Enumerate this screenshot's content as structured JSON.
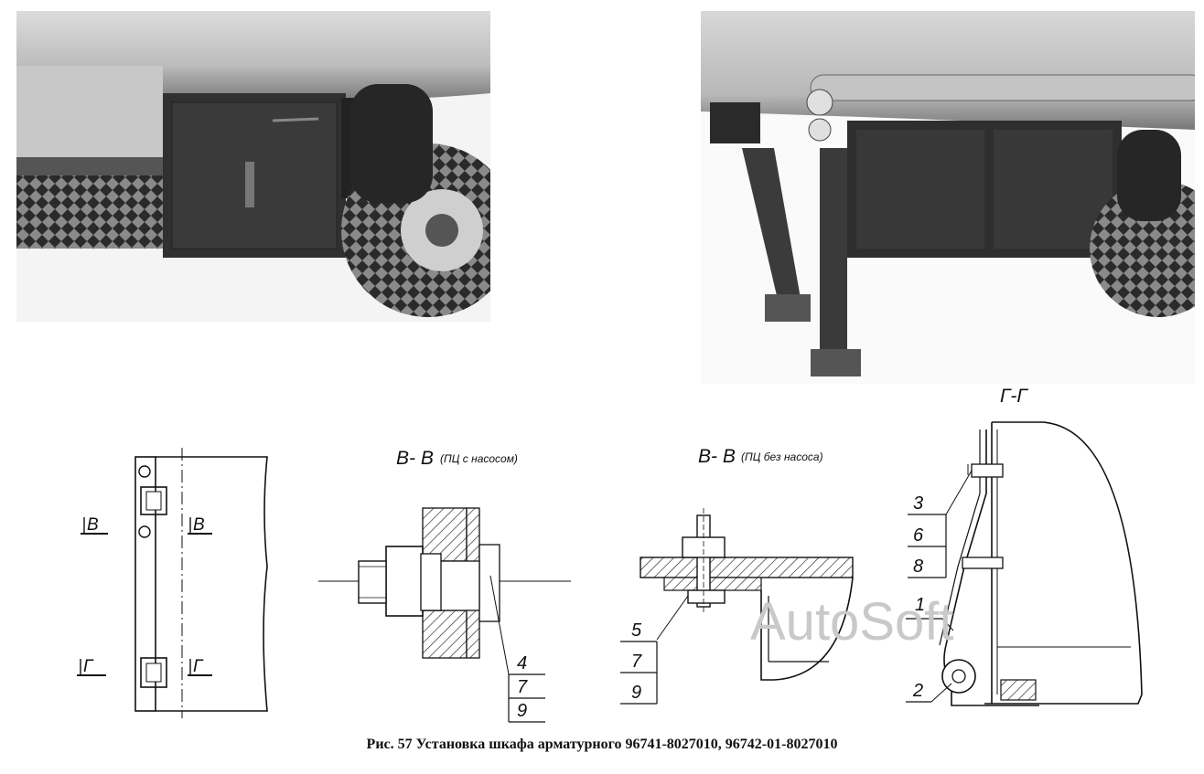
{
  "figure": {
    "caption": "Рис. 57 Установка шкафа арматурного 96741-8027010, 96742-01-8027010",
    "watermark": "AutoSoft"
  },
  "view_side": {
    "cut_b_left": "В",
    "cut_b_right": "В",
    "cut_g_left": "Г",
    "cut_g_right": "Г"
  },
  "section_b_pump": {
    "title": "В- В",
    "subtitle": "(ПЦ с насосом)",
    "callouts": [
      "4",
      "7",
      "9"
    ]
  },
  "section_b_no_pump": {
    "title": "В- В",
    "subtitle": "(ПЦ без насоса)",
    "callouts": [
      "5",
      "7",
      "9"
    ]
  },
  "section_g": {
    "title": "Г-Г",
    "callouts": [
      "3",
      "6",
      "8",
      "1",
      "2"
    ]
  }
}
